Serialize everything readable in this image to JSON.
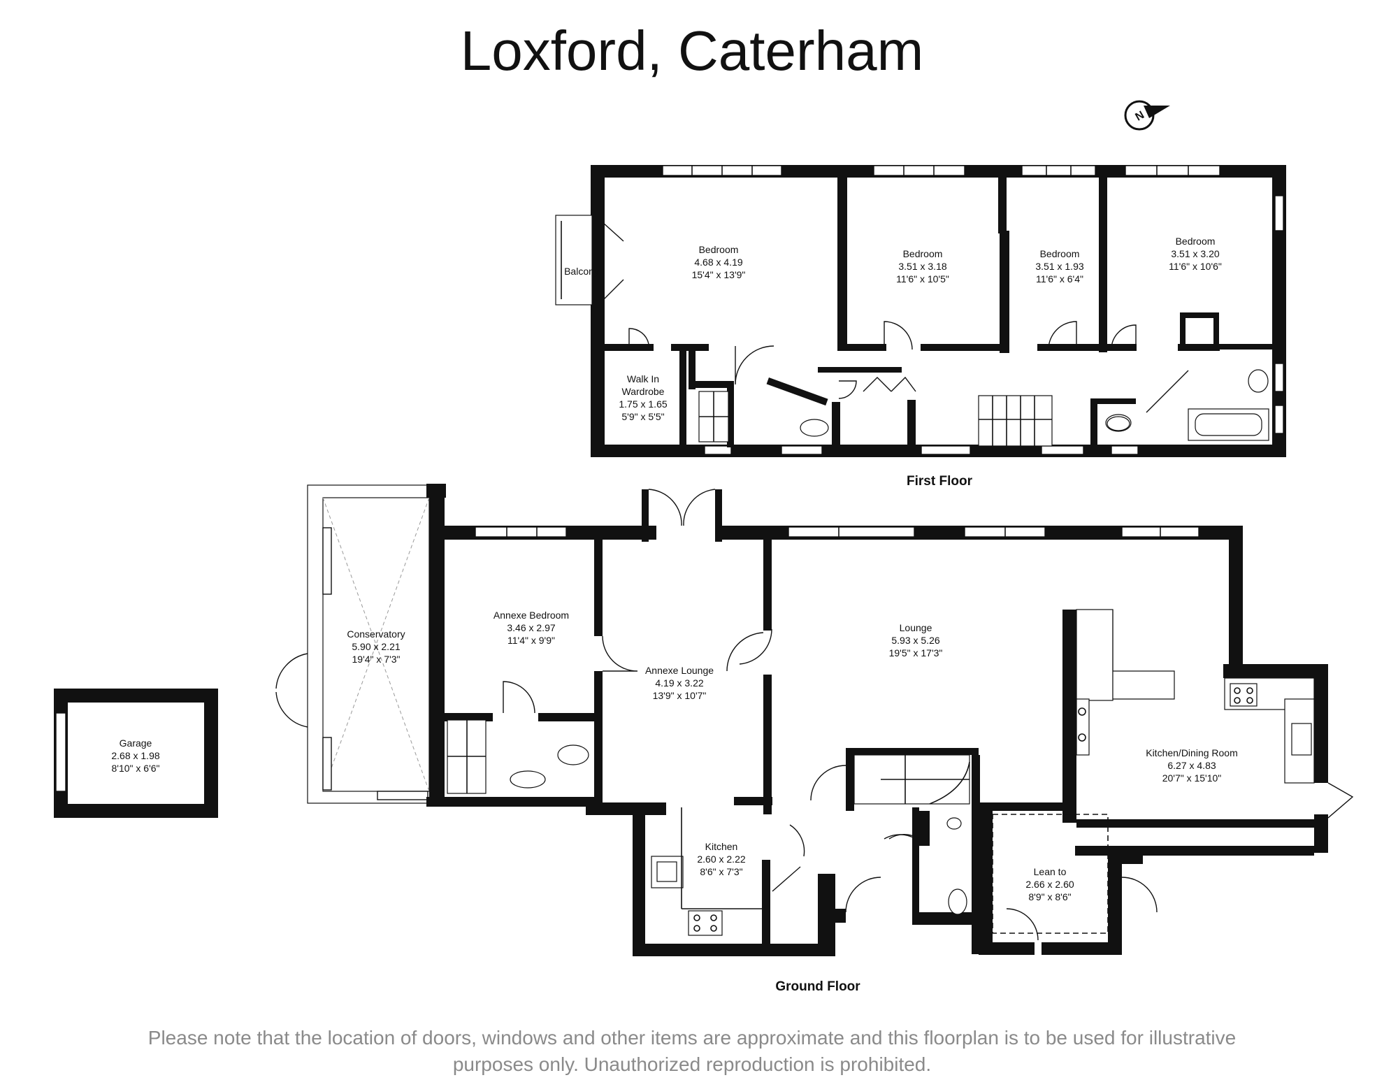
{
  "title": "Loxford, Caterham",
  "compass": {
    "label": "N",
    "icon": "compass-north-icon"
  },
  "first_floor": {
    "label": "First Floor",
    "rooms": [
      {
        "name": "Bedroom",
        "metric": "4.68 x 4.19",
        "imperial": "15'4\" x 13'9\""
      },
      {
        "name": "Bedroom",
        "metric": "3.51 x 3.18",
        "imperial": "11'6\" x 10'5\""
      },
      {
        "name": "Bedroom",
        "metric": "3.51 x 1.93",
        "imperial": "11'6\" x 6'4\""
      },
      {
        "name": "Bedroom",
        "metric": "3.51 x 3.20",
        "imperial": "11'6\" x 10'6\""
      },
      {
        "name": "Walk In",
        "name2": "Wardrobe",
        "metric": "1.75 x 1.65",
        "imperial": "5'9\" x 5'5\""
      },
      {
        "name": "Balcony"
      }
    ]
  },
  "ground_floor": {
    "label": "Ground Floor",
    "rooms": [
      {
        "name": "Conservatory",
        "metric": "5.90 x 2.21",
        "imperial": "19'4\" x 7'3\""
      },
      {
        "name": "Annexe Bedroom",
        "metric": "3.46 x 2.97",
        "imperial": "11'4\" x 9'9\""
      },
      {
        "name": "Annexe Lounge",
        "metric": "4.19 x 3.22",
        "imperial": "13'9\" x 10'7\""
      },
      {
        "name": "Lounge",
        "metric": "5.93 x 5.26",
        "imperial": "19'5\" x 17'3\""
      },
      {
        "name": "Kitchen/Dining Room",
        "metric": "6.27 x 4.83",
        "imperial": "20'7\" x 15'10\""
      },
      {
        "name": "Kitchen",
        "metric": "2.60 x 2.22",
        "imperial": "8'6\" x 7'3\""
      },
      {
        "name": "Lean to",
        "metric": "2.66 x 2.60",
        "imperial": "8'9\" x 8'6\""
      },
      {
        "name": "Garage",
        "metric": "2.68 x 1.98",
        "imperial": "8'10\" x 6'6\""
      }
    ]
  },
  "disclaimer": {
    "line1": "Please note that the location of doors, windows and other items are approximate and this floorplan is to be used for illustrative",
    "line2": "purposes only. Unauthorized reproduction is prohibited."
  }
}
